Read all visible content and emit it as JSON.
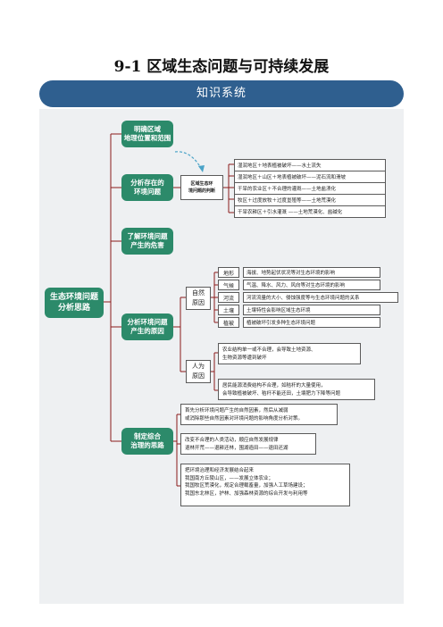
{
  "title": "9-1  区域生态问题与可持续发展",
  "banner": "知识系统",
  "root": [
    "生态环境问题",
    "分析思路"
  ],
  "branch1": [
    "明确区域",
    "地理位置和范围"
  ],
  "branch2": [
    "分析存在的",
    "环境问题"
  ],
  "judge": [
    "区域生态环",
    "境问题的判断"
  ],
  "judge_items": [
    "湿润地区＋地表植被破坏——水土流失",
    "湿润地区＋山区＋地表植被破坏——泥石流和滑坡",
    "干旱的农业区＋不合理的灌溉——土地盐渍化",
    "牧区＋过度放牧＋过度垦殖等——土地荒漠化",
    "干旱农耕区＋引水灌溉 ——土地荒漠化、盐碱化"
  ],
  "branch3": [
    "了解环境问题",
    "产生的危害"
  ],
  "branch4": [
    "分析环境问题",
    "产生的原因"
  ],
  "natural_label": [
    "自然",
    "原因"
  ],
  "natural": [
    {
      "k": "地形",
      "v": "海拔、地势起伏状况等对生态环境的影响"
    },
    {
      "k": "气候",
      "v": "气温、降水、风力、风向等对生态环境的影响"
    },
    {
      "k": "河流",
      "v": "河流流量的大小、侵蚀强度等与生态环境问题的关系"
    },
    {
      "k": "土壤",
      "v": "土壤特性会影响区域生态环境"
    },
    {
      "k": "植被",
      "v": "植被破坏引发多种生态环境问题"
    }
  ],
  "human_label": [
    "人为",
    "原因"
  ],
  "human_top": [
    "农业结构单一或不合理，会导致土地资源、",
    "生物资源等遭到破坏"
  ],
  "human_bottom": [
    "居民能源消费结构不合理，如秸秆的大量使用，",
    "会导致植被破坏、秸秆不能还田，土壤肥力下降等问题"
  ],
  "branch5": [
    "制定综合",
    "治理的思路"
  ],
  "plan1": [
    "首先分析环境问题产生的自然因素，然后从减弱",
    "或消除那些自然因素对环境问题的影响角度分析对策。"
  ],
  "plan2": [
    "改变不合理的人类活动，顺应自然发展规律",
    "退林开荒——退耕还林，围湖造田——退田还湖"
  ],
  "plan3": [
    "把环境治理和经济发展结合起来",
    "我国南方丘陵山区，——发展立体农业；",
    "我国牧区荒漠化，规定合理载畜量，加强人工草场建设；",
    "我国东北林区，护林、加强森林资源的综合开发与利用等"
  ],
  "colors": {
    "banner": "#2f5f8f",
    "node": "#2c8a6a",
    "board": "#eef0f2",
    "line": "#8b1a1a",
    "dashed": "#4aa3c8"
  }
}
